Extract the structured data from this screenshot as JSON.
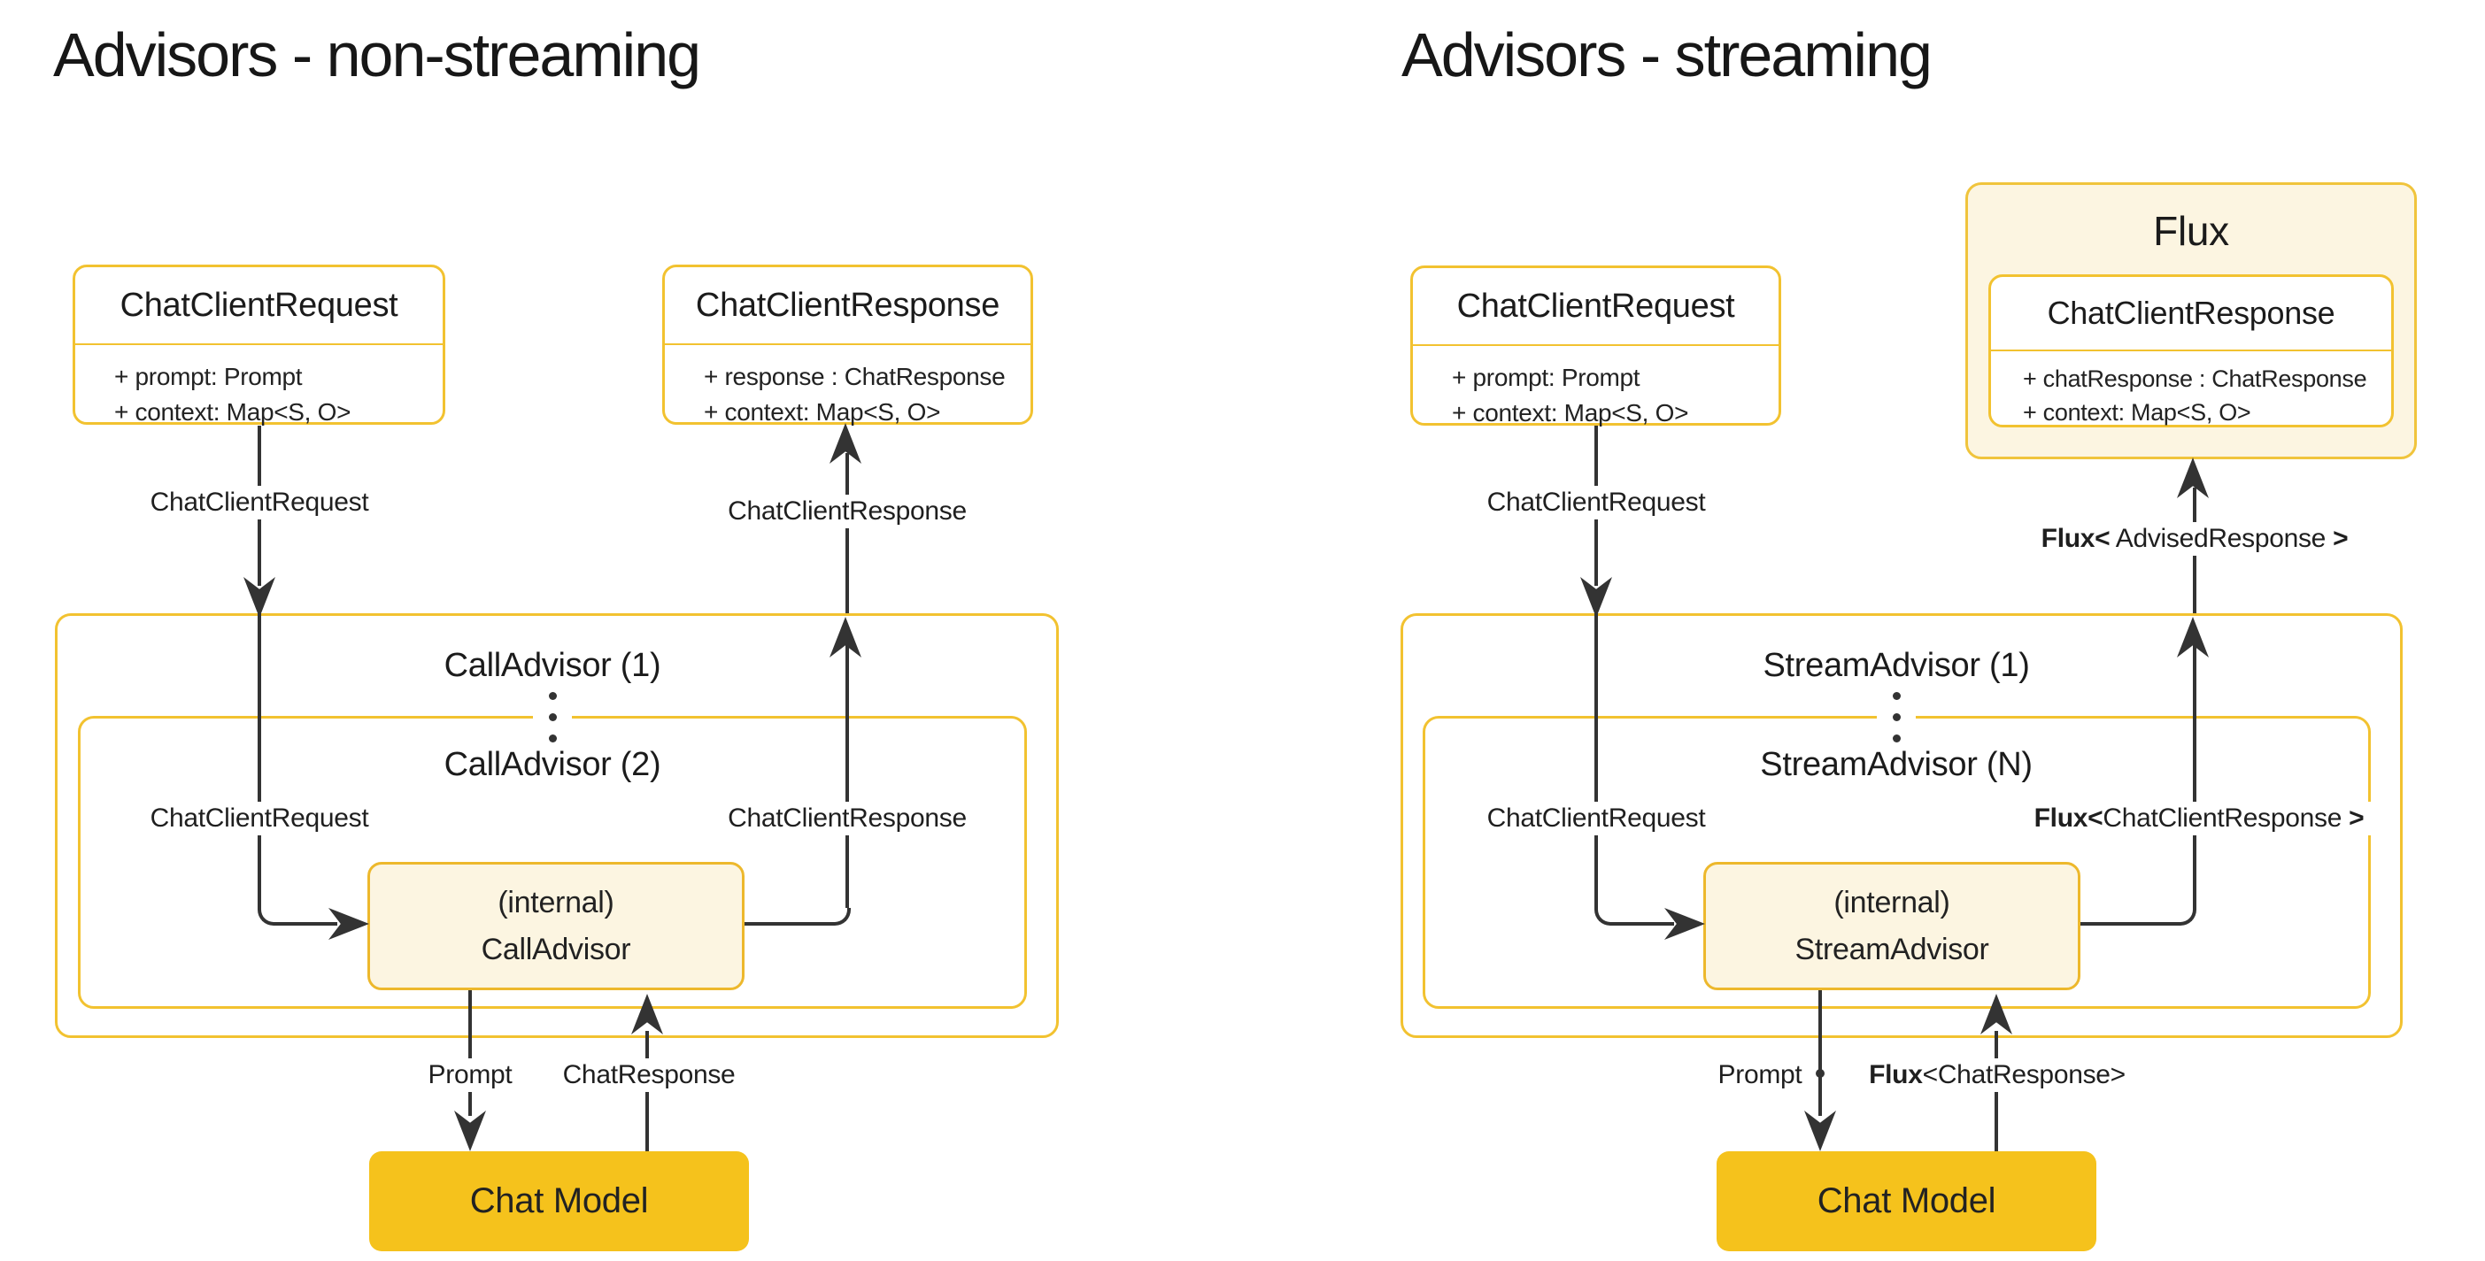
{
  "colors": {
    "accent_gold": "#F2C230",
    "internal_fill": "#FCF5E1",
    "internal_border": "#EDB82C",
    "chat_model_fill": "#F5C21C",
    "line": "#333333",
    "text": "#1E1E1E"
  },
  "diagrams": [
    {
      "title": "Advisors - non-streaming",
      "request_box": {
        "title": "ChatClientRequest",
        "fields": [
          "+ prompt: Prompt",
          "+ context: Map<S, O>"
        ]
      },
      "response_box": {
        "title": "ChatClientResponse",
        "fields": [
          "+ response : ChatResponse",
          "+ context: Map<S, O>"
        ]
      },
      "advisor_outer": "CallAdvisor (1)",
      "advisor_inner": "CallAdvisor (2)",
      "internal_node": {
        "line1": "(internal)",
        "line2": "CallAdvisor"
      },
      "chat_model": "Chat Model",
      "edge_labels": {
        "request_top": "ChatClientRequest",
        "response_top": "ChatClientResponse",
        "request_inner": "ChatClientRequest",
        "response_inner": "ChatClientResponse",
        "prompt": "Prompt",
        "model_response": "ChatResponse"
      }
    },
    {
      "title": "Advisors - streaming",
      "request_box": {
        "title": "ChatClientRequest",
        "fields": [
          "+ prompt: Prompt",
          "+ context: Map<S, O>"
        ]
      },
      "flux_box": {
        "title": "Flux",
        "response_box": {
          "title": "ChatClientResponse",
          "fields": [
            "+ chatResponse : ChatResponse",
            "+ context: Map<S, O>"
          ]
        }
      },
      "advisor_outer": "StreamAdvisor (1)",
      "advisor_inner": "StreamAdvisor (N)",
      "internal_node": {
        "line1": "(internal)",
        "line2": "StreamAdvisor"
      },
      "chat_model": "Chat Model",
      "edge_labels": {
        "request_top": "ChatClientRequest",
        "response_top": {
          "pre": "Flux<",
          "mid": " AdvisedResponse ",
          "post": ">"
        },
        "request_inner": "ChatClientRequest",
        "response_inner": {
          "pre": "Flux<",
          "mid": "ChatClientResponse ",
          "post": ">"
        },
        "prompt": "Prompt",
        "model_response": {
          "pre": "Flux",
          "mid": "<ChatResponse>",
          "post": ""
        }
      }
    }
  ]
}
